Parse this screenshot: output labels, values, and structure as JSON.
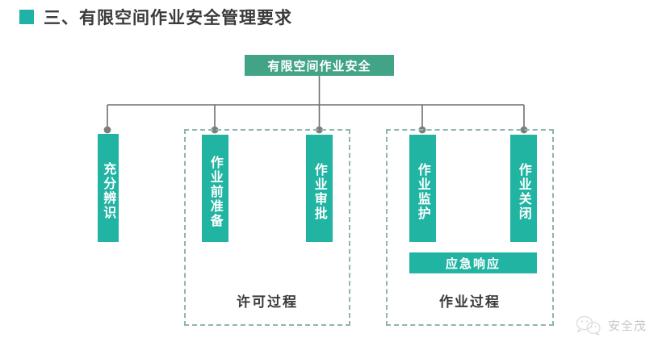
{
  "heading": {
    "bullet_icon": "square-bullet-icon",
    "text": "三、有限空间作业安全管理要求",
    "bullet_color": "#20b2a6",
    "text_color": "#3b3b3b"
  },
  "diagram": {
    "type": "tree",
    "root": {
      "label": "有限空间作业安全",
      "color": "#42a387",
      "text_color": "#ffffff"
    },
    "connector_color": "#6e6e6e",
    "node_color": "#22b4a3",
    "dashed_border_color": "#8fb5b0",
    "nodes": [
      {
        "label": "充分辨识",
        "group": null
      },
      {
        "label": "作业前准备",
        "group": "permit"
      },
      {
        "label": "作业审批",
        "group": "permit"
      },
      {
        "label": "作业监护",
        "group": "work"
      },
      {
        "label": "作业关闭",
        "group": "work"
      }
    ],
    "bar": {
      "label": "应急响应",
      "color": "#22b4a3"
    },
    "groups": [
      {
        "id": "permit",
        "label": "许可过程"
      },
      {
        "id": "work",
        "label": "作业过程"
      }
    ]
  },
  "watermark": {
    "icon": "wechat-logo-icon",
    "text": "安全茂",
    "color": "#9a9a9a"
  }
}
